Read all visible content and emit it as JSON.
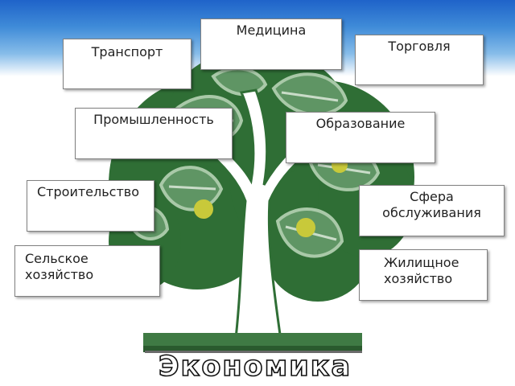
{
  "colors": {
    "leaf_dark": "#2f6e35",
    "leaf_mid": "#5f9564",
    "leaf_light": "#a9c9a8",
    "fruit": "#c8c93a",
    "sky": "#2a6fd0"
  },
  "title": "Экономика",
  "boxes": [
    {
      "id": "medicine",
      "label": "Медицина"
    },
    {
      "id": "transport",
      "label": "Транспорт"
    },
    {
      "id": "trade",
      "label": "Торговля"
    },
    {
      "id": "industry",
      "label": "Промышленность"
    },
    {
      "id": "education",
      "label": "Образование"
    },
    {
      "id": "construction",
      "label": "Строительство"
    },
    {
      "id": "services",
      "label": "Сфера обслуживания",
      "lines": [
        "Сфера",
        "обслуживания"
      ]
    },
    {
      "id": "agriculture",
      "label": "Сельское хозяйство",
      "lines": [
        "Сельское",
        "хозяйство"
      ]
    },
    {
      "id": "housing",
      "label": "Жилищное хозяйство",
      "lines": [
        "Жилищное",
        "хозяйство"
      ]
    }
  ]
}
